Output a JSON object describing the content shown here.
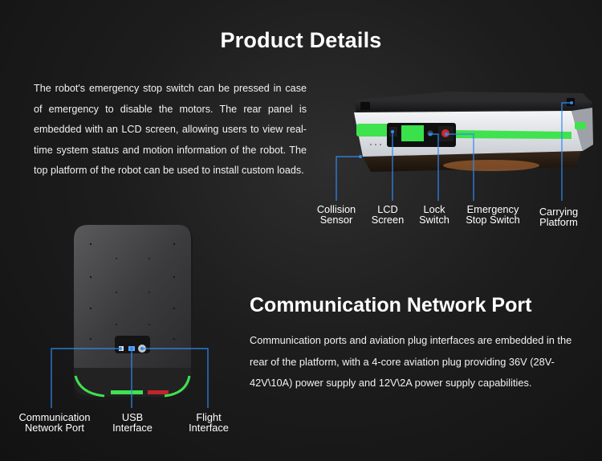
{
  "header": {
    "title": "Product Details"
  },
  "product_details": {
    "description": "The robot's emergency stop switch can be pressed in case of emergency to disable the motors. The rear panel is embedded with an LCD screen, allowing users to view real-time system status and motion information of the robot. The top platform of the robot can be used to install custom loads.",
    "callouts": [
      {
        "line1": "Collision",
        "line2": "Sensor"
      },
      {
        "line1": "LCD",
        "line2": "Screen"
      },
      {
        "line1": "Lock",
        "line2": "Switch"
      },
      {
        "line1": "Emergency",
        "line2": "Stop Switch"
      },
      {
        "line1": "Carrying",
        "line2": "Platform"
      }
    ]
  },
  "communication": {
    "title": "Communication Network Port",
    "description": "Communication ports and aviation plug interfaces are embedded in the rear of the platform, with a 4-core aviation plug providing 36V (28V-42V\\10A) power supply and 12V\\2A power supply capabilities.",
    "callouts": [
      {
        "line1": "Communication",
        "line2": "Network Port"
      },
      {
        "line1": "USB",
        "line2": "Interface"
      },
      {
        "line1": "Flight",
        "line2": "Interface"
      }
    ]
  },
  "colors": {
    "accent_green": "#39e14a",
    "callout_blue": "#2e8bf2",
    "background": "#1a1a1a"
  }
}
